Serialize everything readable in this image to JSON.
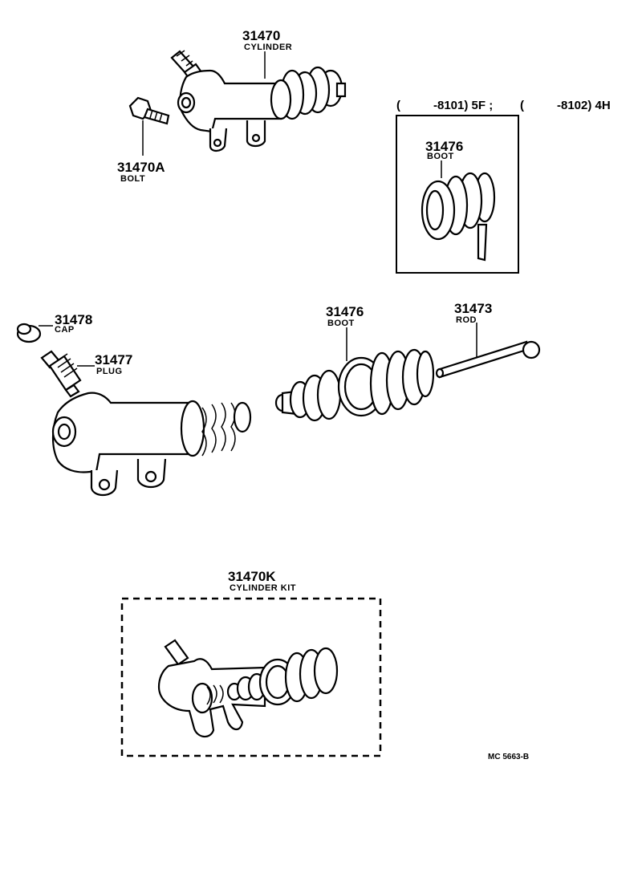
{
  "parts": {
    "cylinder": {
      "number": "31470",
      "name": "CYLINDER"
    },
    "bolt": {
      "number": "31470A",
      "name": "BOLT"
    },
    "boot_inset": {
      "number": "31476",
      "name": "BOOT"
    },
    "cap": {
      "number": "31478",
      "name": "CAP"
    },
    "plug": {
      "number": "31477",
      "name": "PLUG"
    },
    "boot": {
      "number": "31476",
      "name": "BOOT"
    },
    "rod": {
      "number": "31473",
      "name": "ROD"
    },
    "cylinder_kit": {
      "number": "31470K",
      "name": "CYLINDER KIT"
    }
  },
  "inset_note": {
    "open1": "(",
    "range1": "-8101) 5F ;",
    "open2": "(",
    "range2": "-8102) 4H"
  },
  "figure_code": "MC 5663-B"
}
